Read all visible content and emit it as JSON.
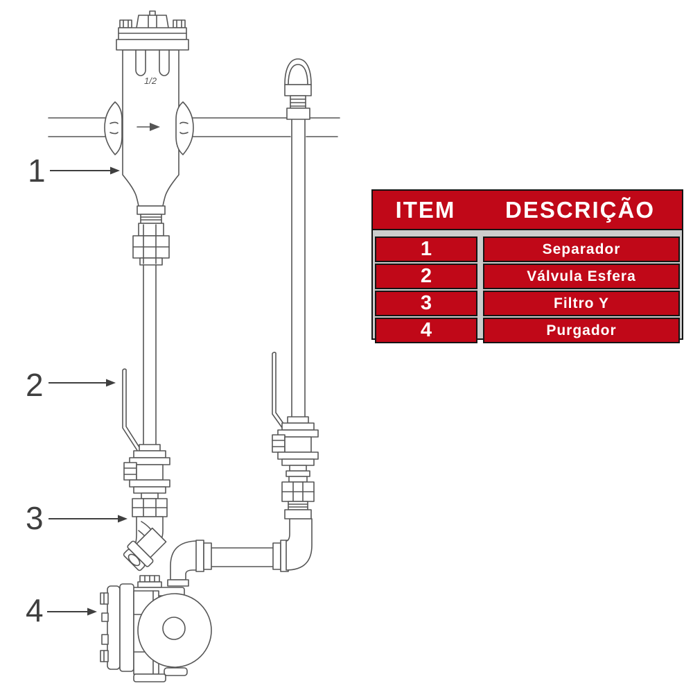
{
  "diagram": {
    "size_label": "1/2",
    "callouts": [
      "1",
      "2",
      "3",
      "4"
    ],
    "components": [
      "separator",
      "ball-valve",
      "y-strainer",
      "steam-trap"
    ]
  },
  "table": {
    "header": {
      "item": "ITEM",
      "description": "DESCRIÇÃO"
    },
    "rows": [
      {
        "item": "1",
        "description": "Separador"
      },
      {
        "item": "2",
        "description": "Válvula Esfera"
      },
      {
        "item": "3",
        "description": "Filtro Y"
      },
      {
        "item": "4",
        "description": "Purgador"
      }
    ]
  },
  "colors": {
    "table_red": "#C00818",
    "table_gap_gray": "#CCCCCC",
    "table_border_black": "#141414",
    "line_gray": "#555555",
    "text_white": "#FFFFFF"
  }
}
